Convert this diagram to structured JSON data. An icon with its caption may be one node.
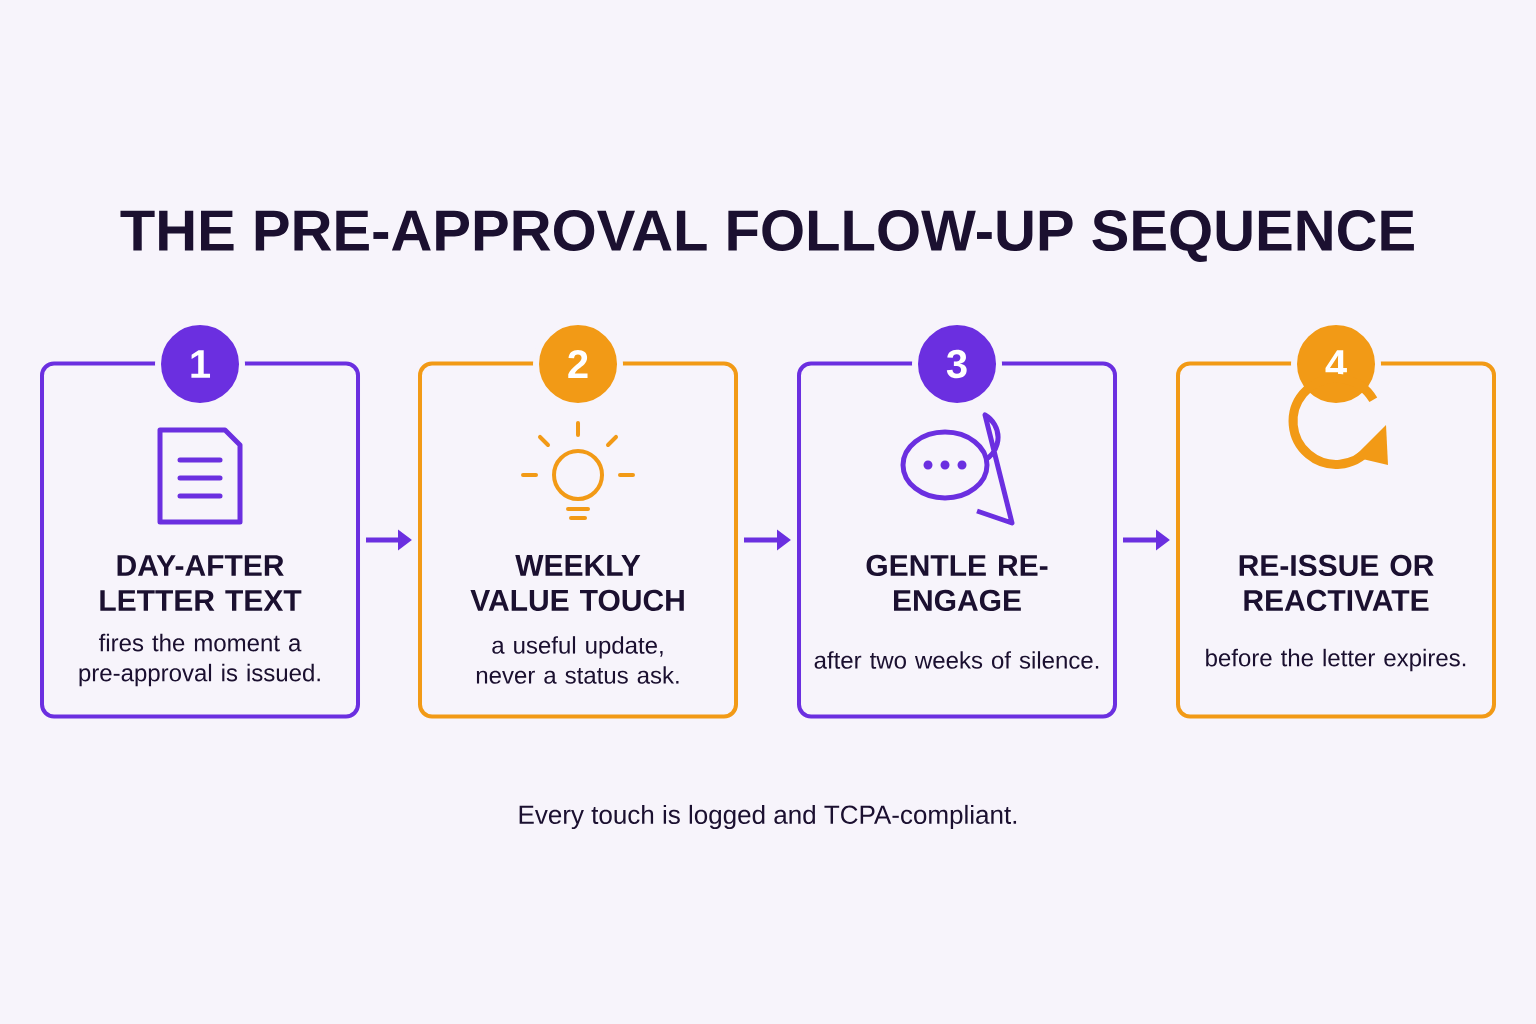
{
  "diagram": {
    "title": "THE PRE-APPROVAL FOLLOW-UP SEQUENCE",
    "nodes": [
      {
        "text": [
          "1",
          "DAY-AFTER LETTER TEXT",
          "fires the moment a pre-approval is issued."
        ]
      },
      {
        "text": [
          "2",
          "WEEKLY VALUE TOUCH",
          "a useful update, never a status ask."
        ]
      },
      {
        "text": [
          "3",
          "GENTLE RE-ENGAGE",
          "after two weeks of silence."
        ]
      },
      {
        "text": [
          "4",
          "RE-ISSUE OR REACTIVATE",
          "before the letter expires."
        ]
      }
    ],
    "edges": [
      {
        "from": 0,
        "to": 1,
        "arrow": "to"
      },
      {
        "from": 1,
        "to": 2,
        "arrow": "to"
      },
      {
        "from": 2,
        "to": 3,
        "arrow": "to"
      }
    ],
    "caption": "Every touch is logged and TCPA-compliant."
  }
}
